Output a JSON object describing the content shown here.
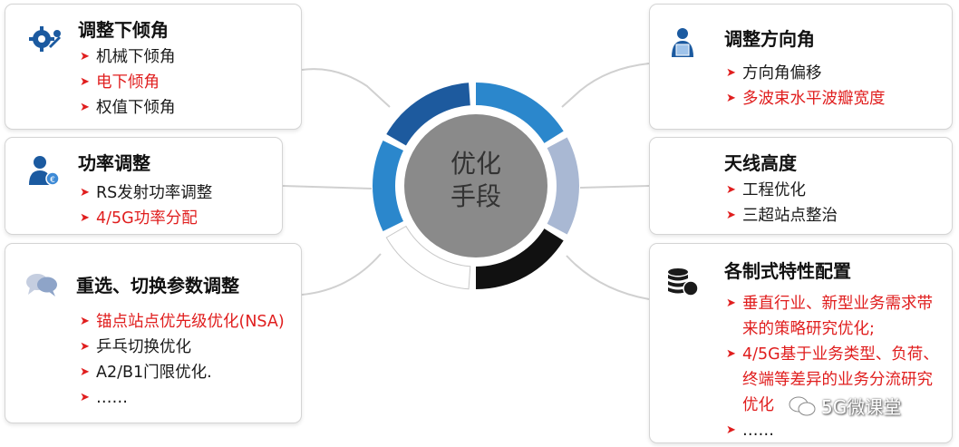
{
  "center": {
    "line1": "优化",
    "line2": "手段"
  },
  "colors": {
    "accent_red": "#e01e1e",
    "ring_dark": "#1d5a9e",
    "ring_mid": "#2b87cc",
    "ring_light": "#a9b8d3",
    "ring_black": "#111111",
    "hub": "#8a8a8a"
  },
  "cards": {
    "tilt": {
      "title": "调整下倾角",
      "icon": "gear-wrench-icon",
      "items": [
        {
          "text": "机械下倾角",
          "red": false
        },
        {
          "text": "电下倾角",
          "red": true
        },
        {
          "text": "权值下倾角",
          "red": false
        }
      ]
    },
    "power": {
      "title": "功率调整",
      "icon": "person-coin-icon",
      "items": [
        {
          "text": "RS发射功率调整",
          "red": false
        },
        {
          "text": "4/5G功率分配",
          "red": true
        }
      ]
    },
    "reselect": {
      "title": "重选、切换参数调整",
      "icon": "chat-bubbles-icon",
      "items": [
        {
          "text": "锚点站点优先级优化(NSA)",
          "red": true
        },
        {
          "text": "乒乓切换优化",
          "red": false
        },
        {
          "text": "A2/B1门限优化.",
          "red": false
        },
        {
          "text": "……",
          "red": false
        }
      ]
    },
    "azimuth": {
      "title": "调整方向角",
      "icon": "person-document-icon",
      "items": [
        {
          "text": "方向角偏移",
          "red": false
        },
        {
          "text": "多波束水平波瓣宽度",
          "red": true
        }
      ]
    },
    "height": {
      "title": "天线高度",
      "icon": "",
      "items": [
        {
          "text": "工程优化",
          "red": false
        },
        {
          "text": "三超站点整治",
          "red": false
        }
      ]
    },
    "config": {
      "title": "各制式特性配置",
      "icon": "database-icon",
      "items": [
        {
          "text": "垂直行业、新型业务需求带来的策略研究优化;",
          "red": true
        },
        {
          "text": "4/5G基于业务类型、负荷、终端等差异的业务分流研究优化",
          "red": true
        },
        {
          "text": "……",
          "red": false
        }
      ]
    }
  },
  "watermark": {
    "text": "5G微课堂"
  }
}
